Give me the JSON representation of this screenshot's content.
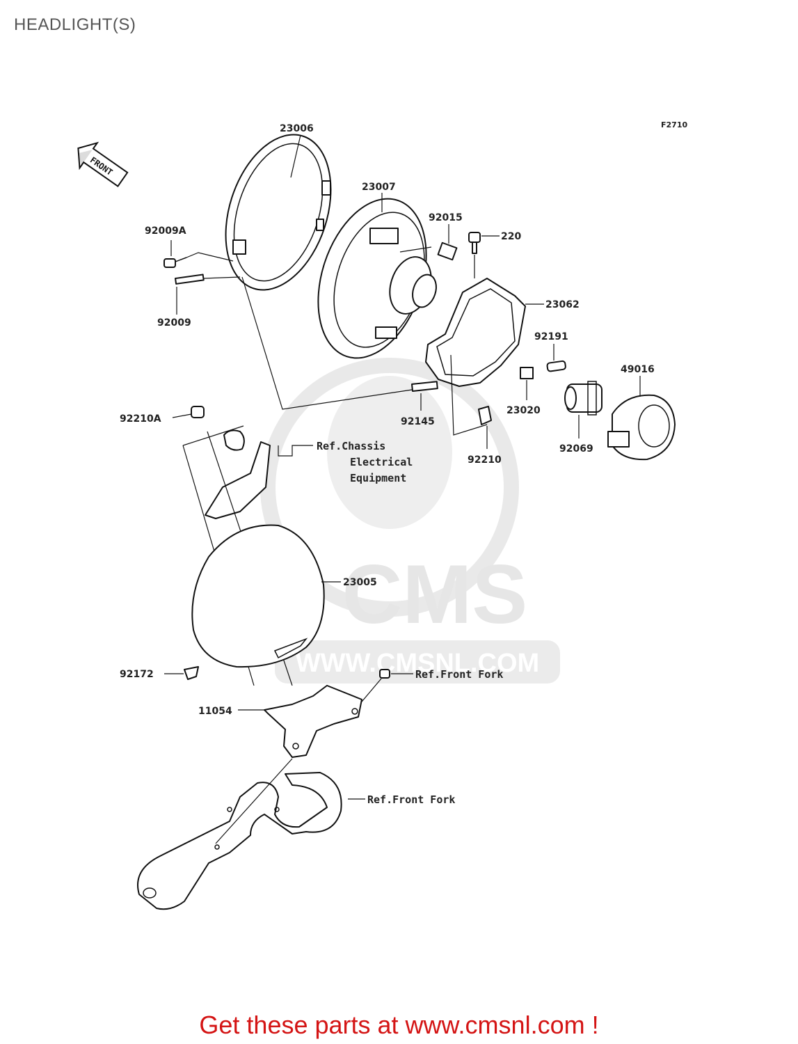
{
  "title": "HEADLIGHT(S)",
  "figure_code": "F2710",
  "front_arrow": "FRONT",
  "parts": {
    "p23006": "23006",
    "p23007": "23007",
    "p92015": "92015",
    "p220": "220",
    "p92009A": "92009A",
    "p92009": "92009",
    "p23062": "23062",
    "p92191": "92191",
    "p49016": "49016",
    "p23020": "23020",
    "p92145": "92145",
    "p92210A": "92210A",
    "p92210": "92210",
    "p92069": "92069",
    "p23005": "23005",
    "p92172": "92172",
    "p11054": "11054"
  },
  "refs": {
    "chassis_line1": "Ref.Chassis",
    "chassis_line2": "Electrical",
    "chassis_line3": "Equipment",
    "front_fork_upper": "Ref.Front Fork",
    "front_fork_lower": "Ref.Front Fork"
  },
  "watermark": {
    "brand": "CMS",
    "url": "WWW.CMSNL.COM"
  },
  "promo_text": "Get these parts at www.cmsnl.com !",
  "colors": {
    "promo": "#d41414",
    "watermark": "#e6e6e6",
    "line": "#111111"
  }
}
